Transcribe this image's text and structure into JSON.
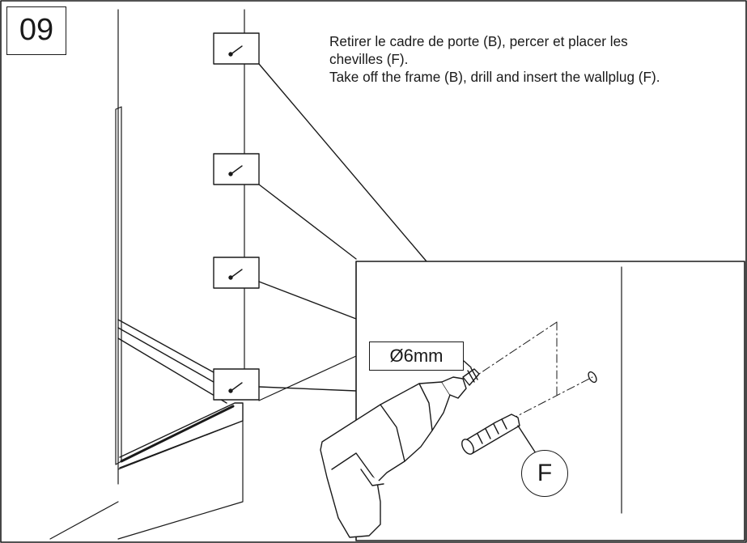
{
  "step": {
    "number": "09"
  },
  "instructions": {
    "fr_line1": "Retirer le cadre de porte (B), percer et placer les",
    "fr_line2": "chevilles (F).",
    "en_line1": "Take off the frame (B), drill and insert the wallplug (F)."
  },
  "labels": {
    "drill_diameter": "Ø6mm",
    "wallplug_part": "F"
  },
  "icons": [
    "drill-icon",
    "wallplug-icon",
    "drill-hole-marker-icon"
  ],
  "colors": {
    "line": "#1a1a1a",
    "background": "#ffffff"
  }
}
